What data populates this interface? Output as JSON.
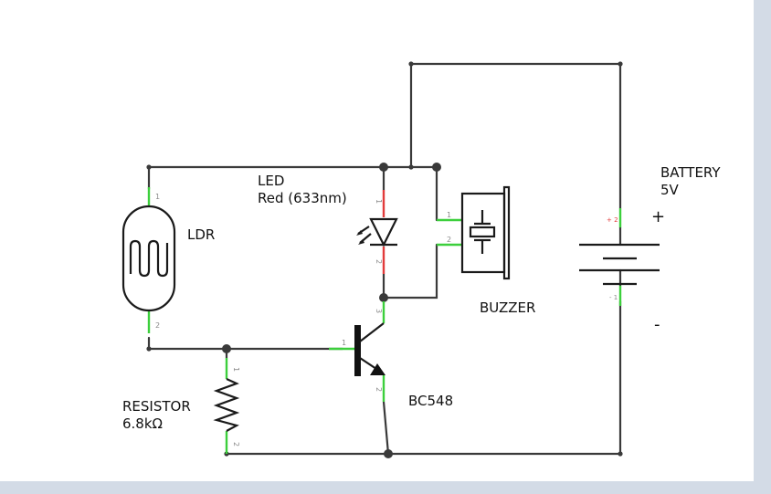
{
  "components": {
    "ldr": {
      "label": "LDR",
      "pins": [
        "1",
        "2"
      ]
    },
    "led": {
      "label_line1": "LED",
      "label_line2": "Red (633nm)",
      "pins": [
        "1",
        "2"
      ]
    },
    "buzzer": {
      "label": "BUZZER",
      "pins": [
        "1",
        "2"
      ]
    },
    "battery": {
      "label_line1": "BATTERY",
      "label_line2": "5V",
      "plus": "+",
      "minus": "-",
      "pin_plus": "+ 2",
      "pin_minus": "- 1"
    },
    "resistor": {
      "label_line1": "RESISTOR",
      "label_line2": "6.8kΩ",
      "pins": [
        "1",
        "2"
      ]
    },
    "transistor": {
      "label": "BC548",
      "pins": [
        "1",
        "2",
        "3"
      ]
    }
  },
  "colors": {
    "wire": "#3a3a3a",
    "leg_connected": "#3ccf3c",
    "leg_led": "#e23b3b",
    "background": "#d3dbe6",
    "canvas": "#ffffff"
  }
}
